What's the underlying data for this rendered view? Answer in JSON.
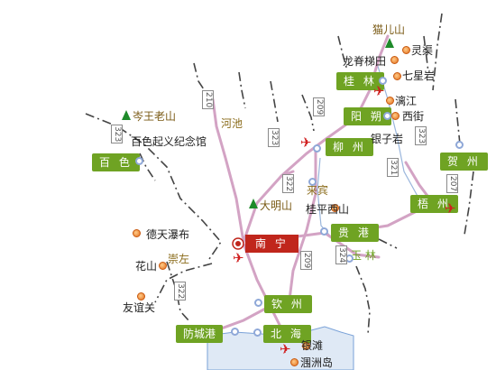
{
  "map": {
    "cities": {
      "guilin": "桂 林",
      "yangshuo": "阳 朔",
      "liuzhou": "柳 州",
      "hezhou": "贺 州",
      "wuzhou": "梧 州",
      "baise": "百 色",
      "guigang": "贵 港",
      "yulin": "玉 林",
      "qinzhou": "钦 州",
      "beihai": "北 海",
      "fangchenggang": "防城港",
      "nanning": "南 宁"
    },
    "towns": {
      "hechi": "河池",
      "laibin": "来宾",
      "chongzuo": "崇左"
    },
    "peaks": {
      "maoershan": "猫儿山",
      "cenwanglaoshan": "岑王老山",
      "damingshan": "大明山"
    },
    "scenic": {
      "lingqu": "灵渠",
      "longji": "龙脊梯田",
      "qixingyan": "七星岩",
      "lijiang": "漓江",
      "xijie": "西街",
      "yinziyan": "银子岩",
      "baise_memorial": "百色起义纪念馆",
      "detian": "德天瀑布",
      "huashan": "花山",
      "youyiguan": "友谊关",
      "guipingxishan": "桂平西山",
      "yintan": "银滩",
      "weizhoudao": "涠洲岛"
    },
    "roads": {
      "r210": "210",
      "r323a": "323",
      "r323b": "323",
      "r323c": "323",
      "r209a": "209",
      "r209b": "209",
      "r322a": "322",
      "r322b": "322",
      "r324": "324",
      "r321": "321",
      "r207": "207"
    },
    "colors": {
      "highway": "#d3a3c4",
      "border": "#444444",
      "water": "#7aa2d8",
      "city_badge": "#6fa323",
      "capital_badge": "#c0261c",
      "airport": "#d01e1e",
      "peak": "#1e8a2a",
      "scenic_dot": "#e36d1c"
    }
  }
}
